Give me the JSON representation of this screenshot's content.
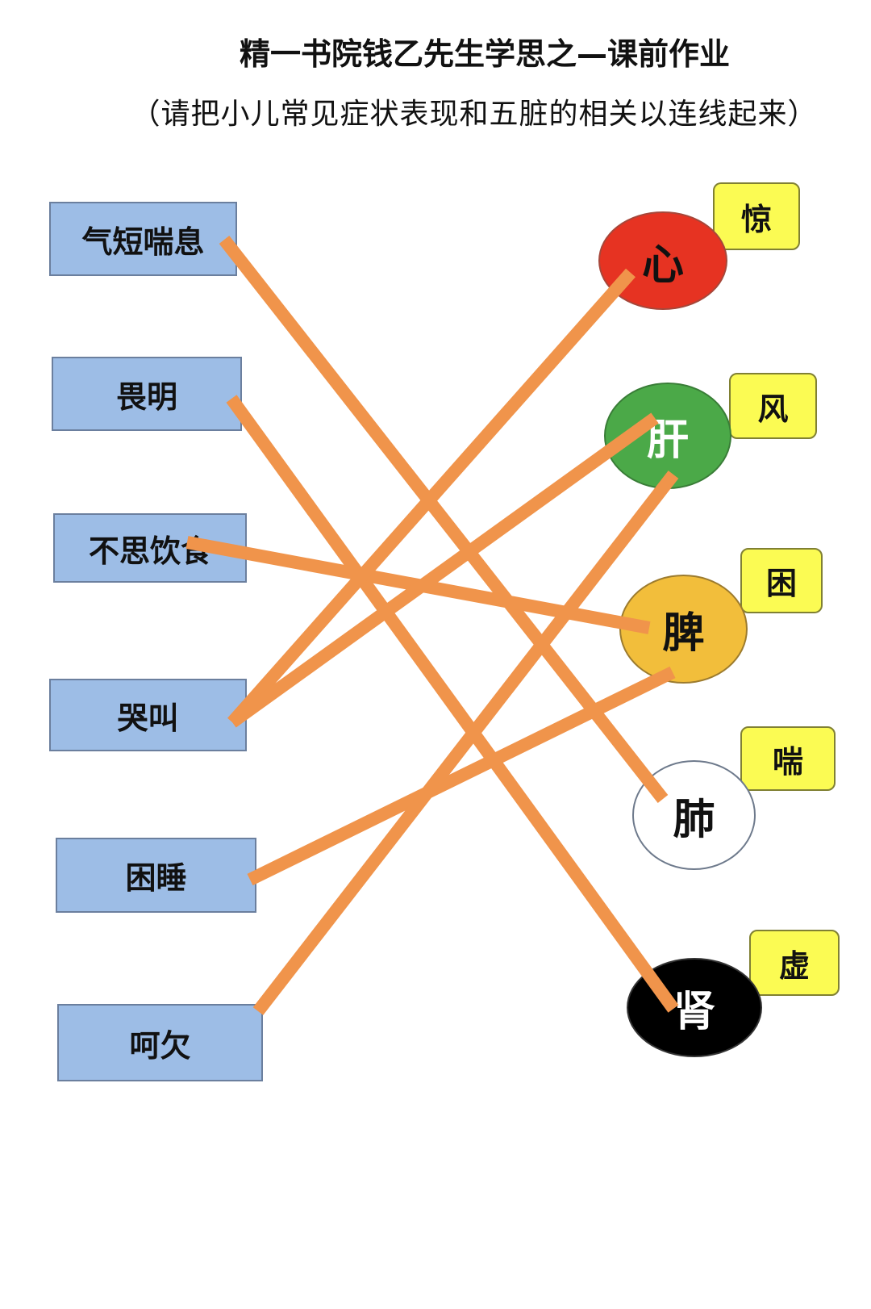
{
  "title": "精一书院钱乙先生学思之—课前作业",
  "subtitle": "（请把小儿常见症状表现和五脏的相关以连线起来）",
  "symptoms": [
    "气短喘息",
    "畏明",
    "不思饮食",
    "哭叫",
    "困睡",
    "呵欠"
  ],
  "organs": [
    {
      "label": "心",
      "color": "#e63322",
      "text_color": "#111111"
    },
    {
      "label": "肝",
      "color": "#4ba948",
      "text_color": "#ffffff"
    },
    {
      "label": "脾",
      "color": "#f2be3b",
      "text_color": "#111111"
    },
    {
      "label": "肺",
      "color": "#ffffff",
      "text_color": "#111111"
    },
    {
      "label": "肾",
      "color": "#000000",
      "text_color": "#ffffff"
    }
  ],
  "tags": [
    "惊",
    "风",
    "困",
    "喘",
    "虚"
  ],
  "connections": [
    {
      "symptom": 0,
      "organ": 3
    },
    {
      "symptom": 1,
      "organ": 4
    },
    {
      "symptom": 2,
      "organ": 2
    },
    {
      "symptom": 3,
      "organ": 0
    },
    {
      "symptom": 3,
      "organ": 1
    },
    {
      "symptom": 4,
      "organ": 2
    },
    {
      "symptom": 5,
      "organ": 1
    }
  ],
  "line_color": "#f0944b"
}
